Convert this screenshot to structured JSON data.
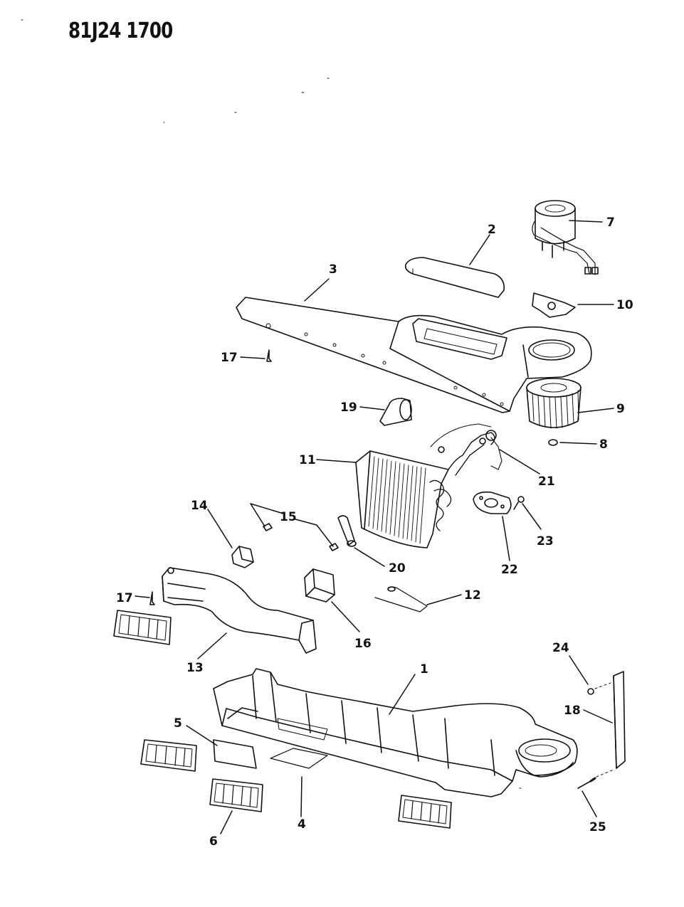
{
  "drawing_number": "81J24 1700",
  "callouts": [
    "1",
    "2",
    "3",
    "4",
    "5",
    "6",
    "7",
    "8",
    "9",
    "10",
    "11",
    "12",
    "13",
    "14",
    "15",
    "16",
    "17",
    "18",
    "19",
    "20",
    "21",
    "22",
    "23",
    "24",
    "25"
  ],
  "colors": {
    "ink": "#111111",
    "paper": "#ffffff"
  }
}
